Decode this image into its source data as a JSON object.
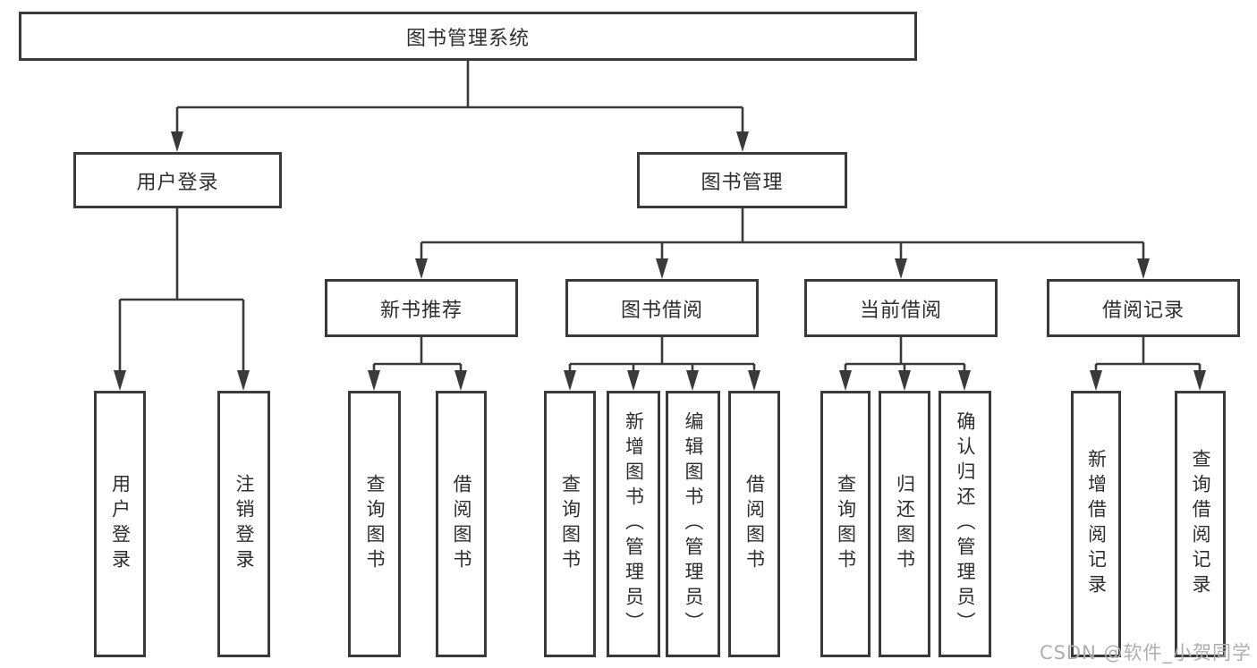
{
  "diagram_title": "图书管理系统",
  "tree": {
    "label": "图书管理系统",
    "children": [
      {
        "label": "用户登录",
        "children": [
          {
            "label": "用户登录"
          },
          {
            "label": "注销登录"
          }
        ]
      },
      {
        "label": "图书管理",
        "children": [
          {
            "label": "新书推荐",
            "children": [
              {
                "label": "查询图书"
              },
              {
                "label": "借阅图书"
              }
            ]
          },
          {
            "label": "图书借阅",
            "children": [
              {
                "label": "查询图书"
              },
              {
                "label": "新增图书（管理员）"
              },
              {
                "label": "编辑图书（管理员）"
              },
              {
                "label": "借阅图书"
              }
            ]
          },
          {
            "label": "当前借阅",
            "children": [
              {
                "label": "查询图书"
              },
              {
                "label": "归还图书"
              },
              {
                "label": "确认归还（管理员）"
              }
            ]
          },
          {
            "label": "借阅记录",
            "children": [
              {
                "label": "新增借阅记录"
              },
              {
                "label": "查询借阅记录"
              }
            ]
          }
        ]
      }
    ]
  },
  "watermark": "CSDN @软件_小贺同学",
  "colors": {
    "line": "#3a3a3a",
    "text": "#2e2e2e",
    "watermark": "#aeaeae",
    "background": "#ffffff"
  }
}
